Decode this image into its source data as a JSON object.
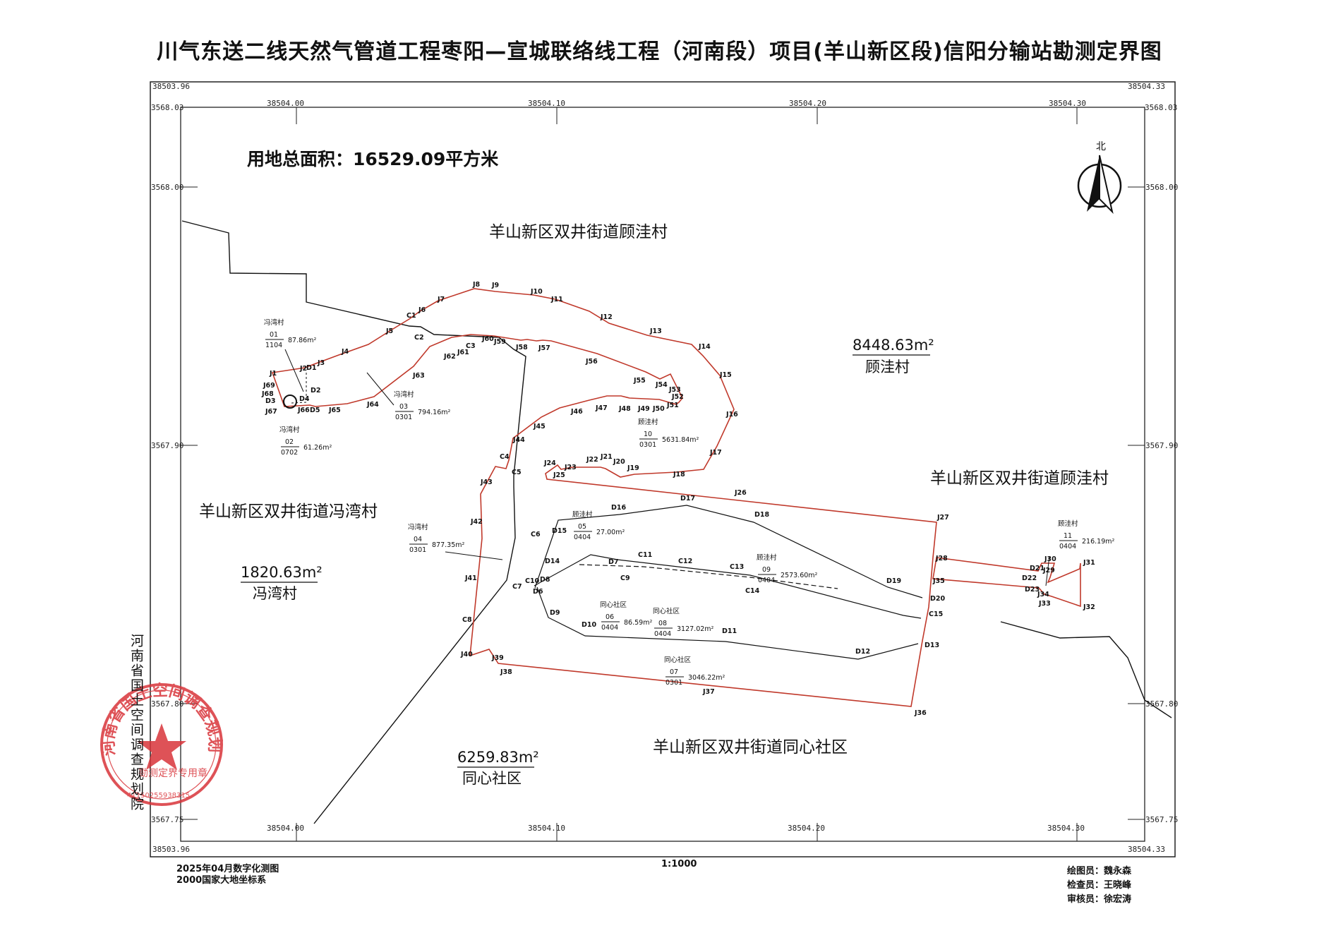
{
  "title": "川气东送二线天然气管道工程枣阳—宣城联络线工程（河南段）项目(羊山新区段)信阳分输站勘测定界图",
  "total_area": "用地总面积：16529.09平方米",
  "north_label": "北",
  "scale": "1:1000",
  "survey_date": "2025年04月数字化测图",
  "coord_system": "2000国家大地坐标系",
  "staff": {
    "drawer": "绘图员：魏永森",
    "checker": "检查员：王晓峰",
    "reviewer": "审核员：徐宏涛"
  },
  "stamp": {
    "org": "河南省国土空间调查规划院",
    "sub": "勘测定界专用章",
    "serial": "41150255938315"
  },
  "vertical_org": "河南省国土空间调查规划院",
  "corner_coords": {
    "tl_top": "38503.96",
    "tr_top": "38504.33",
    "bl_bottom": "38503.96",
    "br_bottom": "38504.33",
    "left_top": "3568.03",
    "right_top": "3568.03"
  },
  "x_ticks": [
    "38504.00",
    "38504.10",
    "38504.20",
    "38504.30"
  ],
  "y_ticks": [
    "3568.00",
    "3567.90",
    "3567.80",
    "3567.75"
  ],
  "regions": {
    "north": "羊山新区双井街道顾洼村",
    "west": "羊山新区双井街道冯湾村",
    "east": "羊山新区双井街道顾洼村",
    "south": "羊山新区双井街道同心社区"
  },
  "region_areas": {
    "guwa": {
      "area": "8448.63m²",
      "name": "顾洼村"
    },
    "fengwan": {
      "area": "1820.63m²",
      "name": "冯湾村"
    },
    "tongxin": {
      "area": "6259.83m²",
      "name": "同心社区"
    }
  },
  "parcels": [
    {
      "village": "冯湾村",
      "code": "01",
      "sub": "1104",
      "area": "87.86m²"
    },
    {
      "village": "冯湾村",
      "code": "02",
      "sub": "0702",
      "area": "61.26m²"
    },
    {
      "village": "冯湾村",
      "code": "03",
      "sub": "0301",
      "area": "794.16m²"
    },
    {
      "village": "冯湾村",
      "code": "04",
      "sub": "0301",
      "area": "877.35m²"
    },
    {
      "village": "顾洼村",
      "code": "05",
      "sub": "0404",
      "area": "27.00m²"
    },
    {
      "village": "同心社区",
      "code": "06",
      "sub": "0404",
      "area": "86.59m²"
    },
    {
      "village": "同心社区",
      "code": "07",
      "sub": "0301",
      "area": "3046.22m²"
    },
    {
      "village": "同心社区",
      "code": "08",
      "sub": "0404",
      "area": "3127.02m²"
    },
    {
      "village": "顾洼村",
      "code": "09",
      "sub": "0404",
      "area": "2573.60m²"
    },
    {
      "village": "顾洼村",
      "code": "10",
      "sub": "0301",
      "area": "5631.84m²"
    },
    {
      "village": "顾洼村",
      "code": "11",
      "sub": "0404",
      "area": "216.19m²"
    }
  ],
  "point_labels": [
    "J1",
    "J2",
    "J3",
    "J4",
    "J5",
    "J6",
    "J7",
    "J8",
    "J9",
    "J10",
    "J11",
    "J12",
    "J13",
    "J14",
    "J15",
    "J16",
    "J17",
    "J18",
    "J19",
    "J20",
    "J21",
    "J22",
    "J23",
    "J24",
    "J25",
    "J26",
    "J27",
    "J28",
    "J29",
    "J30",
    "J31",
    "J32",
    "J33",
    "J34",
    "J35",
    "J36",
    "J37",
    "J38",
    "J39",
    "J40",
    "J41",
    "J42",
    "J43",
    "J44",
    "J45",
    "J46",
    "J47",
    "J48",
    "J49",
    "J50",
    "J51",
    "J52",
    "J53",
    "J54",
    "J55",
    "J56",
    "J57",
    "J58",
    "J59",
    "J60",
    "J61",
    "J62",
    "J63",
    "J64",
    "J65",
    "J66",
    "J67",
    "J68",
    "J69",
    "C1",
    "C2",
    "C3",
    "C4",
    "C5",
    "C6",
    "C7",
    "C8",
    "C9",
    "C10",
    "C11",
    "C12",
    "C13",
    "C14",
    "C15",
    "D1",
    "D2",
    "D3",
    "D4",
    "D5",
    "D6",
    "D7",
    "D8",
    "D9",
    "D10",
    "D11",
    "D12",
    "D13",
    "D14",
    "D15",
    "D16",
    "D17",
    "D18",
    "D19",
    "D20",
    "D21",
    "D22",
    "D23"
  ],
  "colors": {
    "boundary": "#c0392b",
    "line": "#111111",
    "stamp": "#d9343a",
    "frame": "#222222"
  }
}
